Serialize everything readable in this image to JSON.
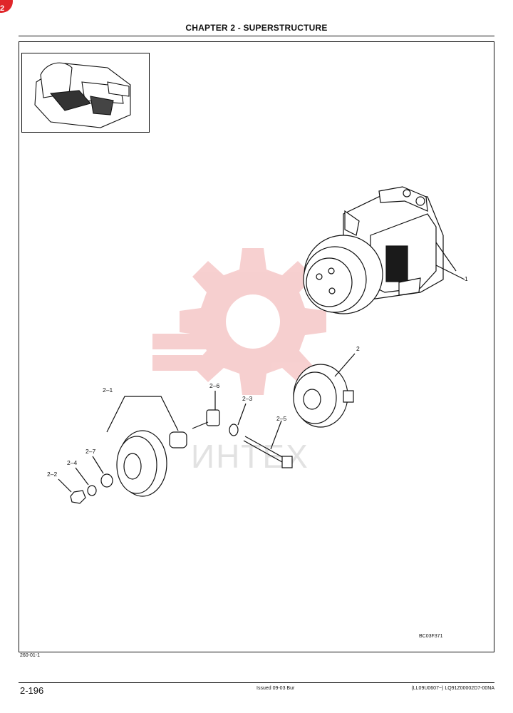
{
  "header": {
    "title": "CHAPTER 2 - SUPERSTRUCTURE"
  },
  "badge": {
    "label": "2"
  },
  "callouts": {
    "part_1": "1",
    "part_2": "2",
    "part_2_1": "2–1",
    "part_2_2": "2–2",
    "part_2_3": "2–3",
    "part_2_4": "2–4",
    "part_2_5": "2–5",
    "part_2_6": "2–6",
    "part_2_7": "2–7"
  },
  "watermark": {
    "text": "ИНТЕХ"
  },
  "figure": {
    "code": "BC03F371"
  },
  "section_ref": "260-01-1",
  "footer": {
    "page_number": "2-196",
    "issued": "Issued 09-03   Bur",
    "doc_code": "(LL09U0607~)   LQ91Z00002D7-00NA"
  },
  "colors": {
    "watermark": "#f2b3b3",
    "badge": "#e0262a"
  }
}
